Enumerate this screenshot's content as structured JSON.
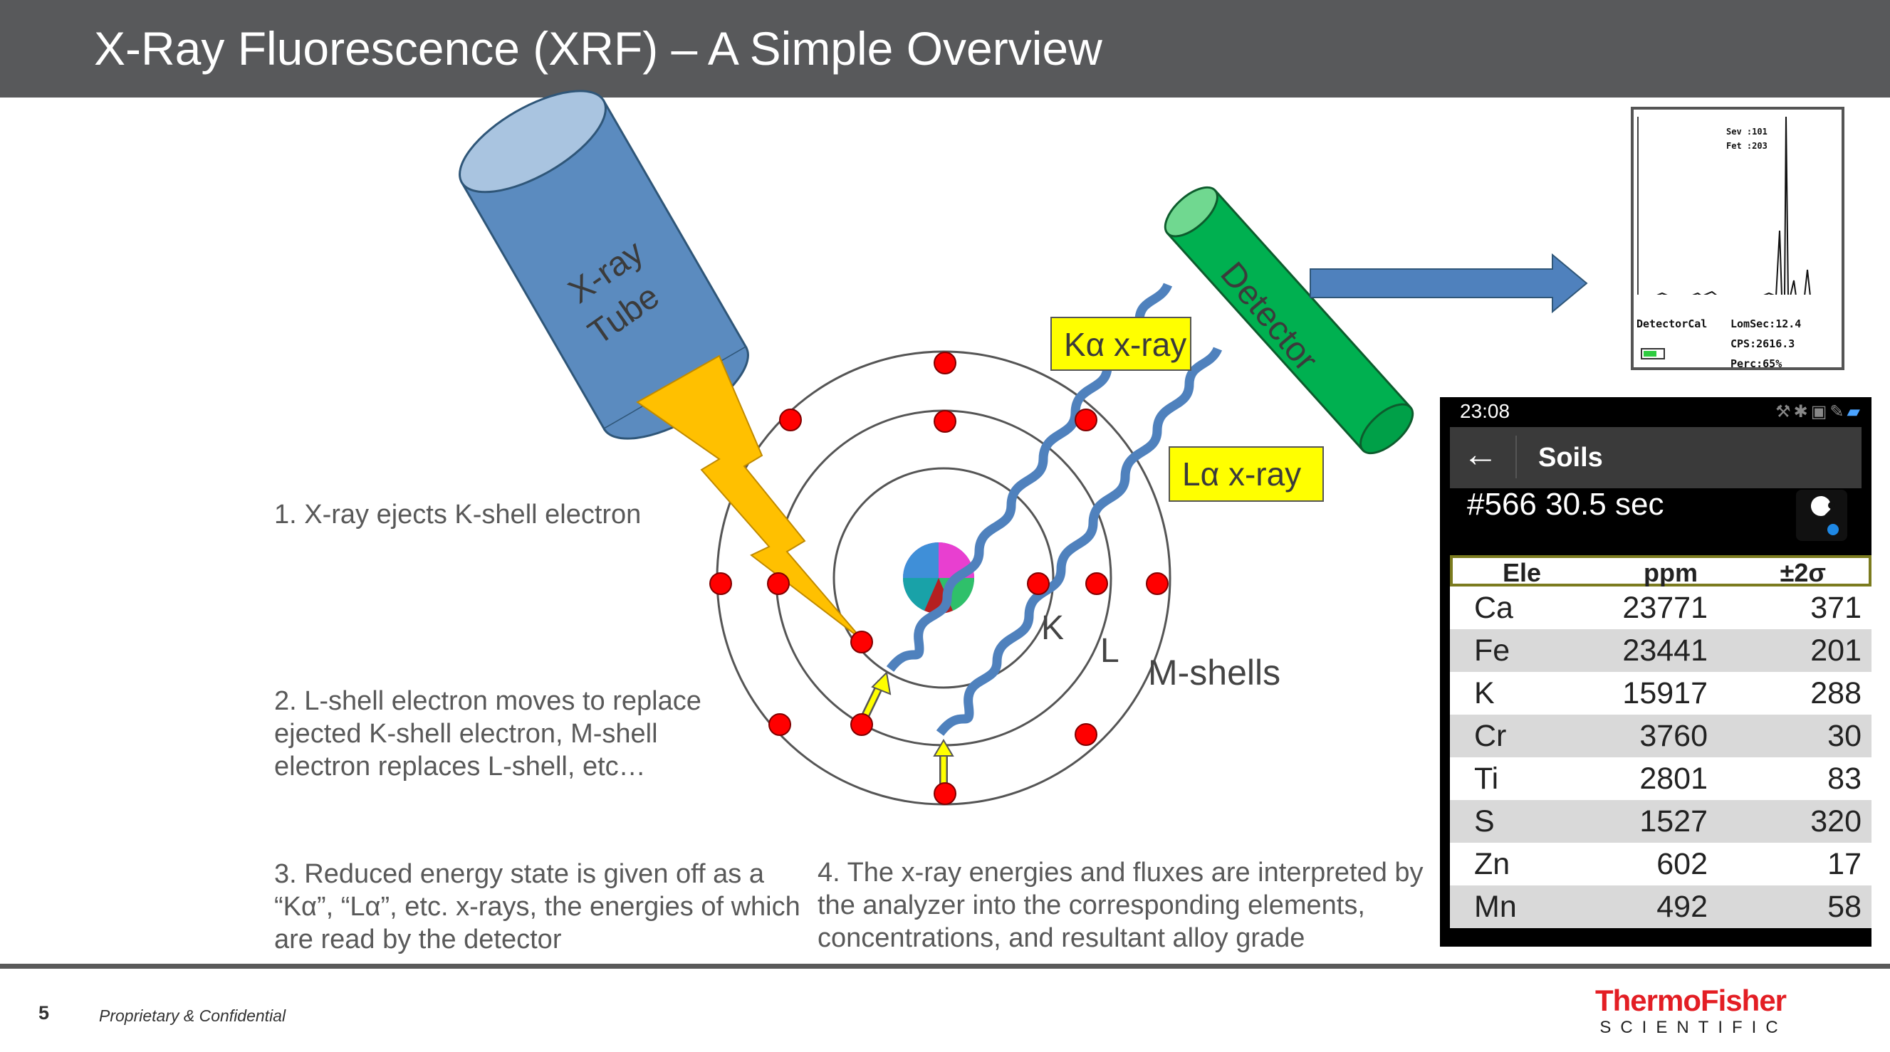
{
  "slide": {
    "title": "X-Ray Fluorescence (XRF) – A Simple Overview",
    "page_number": "5",
    "confidential": "Proprietary & Confidential",
    "brand_name": "ThermoFisher",
    "brand_sub": "SCIENTIFIC"
  },
  "diagram": {
    "tube_label_line1": "X-ray",
    "tube_label_line2": "Tube",
    "detector_label": "Detector",
    "ka_label": "Kα x-ray",
    "la_label": "Lα x-ray",
    "shell_k": "K",
    "shell_l": "L",
    "shell_m": "M-shells"
  },
  "steps": {
    "step1": "1. X-ray ejects K-shell electron",
    "step2_l1": "2. L-shell electron moves to replace",
    "step2_l2": "ejected K-shell electron, M-shell",
    "step2_l3": "electron replaces L-shell, etc…",
    "step3_l1": "3. Reduced energy state is given off as a",
    "step3_l2": "“Kα”, “Lα”, etc. x-rays, the energies of which",
    "step3_l3": "are read by the detector",
    "step4_l1": "4. The x-ray energies and fluxes are interpreted by",
    "step4_l2": "the analyzer into the corresponding elements,",
    "step4_l3": "concentrations, and resultant alloy grade"
  },
  "readout": {
    "top1": "Sev :101",
    "top2": "Fet :203",
    "bottom_left": "DetectorCal",
    "live_sec": "LomSec:12.4",
    "cps": "CPS:2616.3",
    "perc": "Perc:65%"
  },
  "phone": {
    "time": "23:08",
    "app_title": "Soils",
    "test_line": "#566 30.5 sec",
    "columns": [
      "Ele",
      "ppm",
      "±2σ"
    ],
    "rows": [
      [
        "Ca",
        "23771",
        "371"
      ],
      [
        "Fe",
        "23441",
        "201"
      ],
      [
        "K",
        "15917",
        "288"
      ],
      [
        "Cr",
        "3760",
        "30"
      ],
      [
        "Ti",
        "2801",
        "83"
      ],
      [
        "S",
        "1527",
        "320"
      ],
      [
        "Zn",
        "602",
        "17"
      ],
      [
        "Mn",
        "492",
        "58"
      ]
    ]
  },
  "colors": {
    "title_bar": "#58595b",
    "tube": "#5b8bbf",
    "detector": "#00b050",
    "lightning": "#ffc000",
    "electron": "#ff0000",
    "label_box": "#ffff00",
    "brand_red": "#e31e24"
  }
}
